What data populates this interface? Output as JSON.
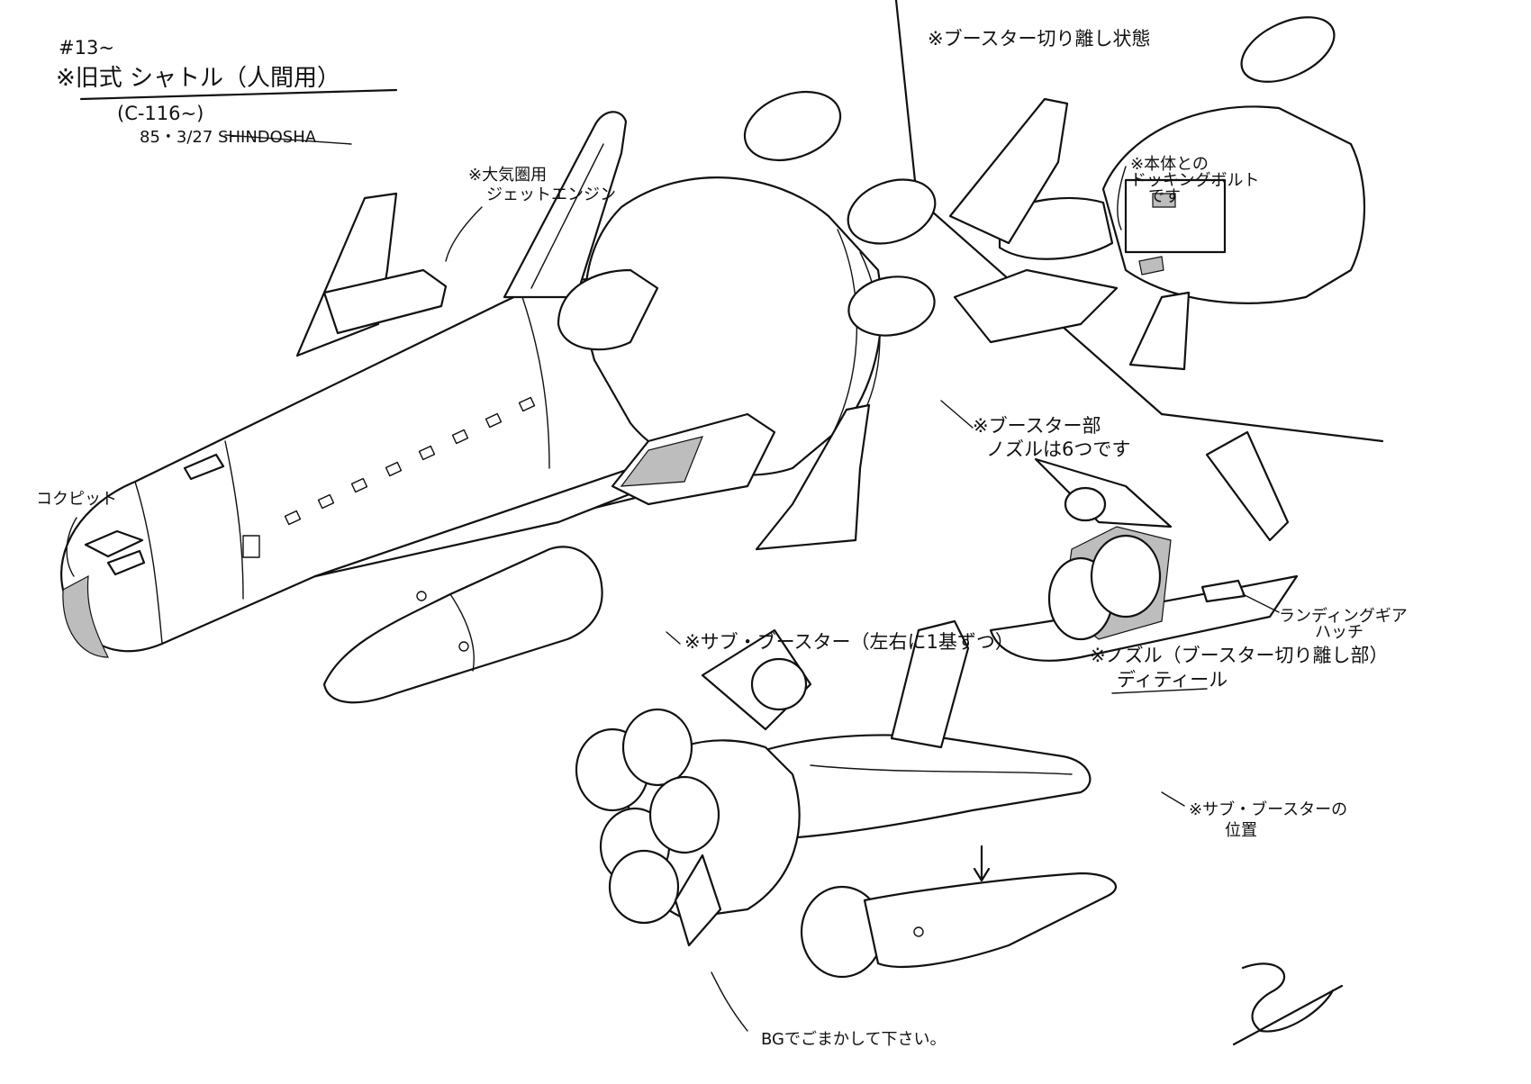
{
  "sheet": {
    "title_number": "#13~",
    "title": "※旧式 シャトル（人間用）",
    "model": "(C-116~)",
    "date_signature": "85・3/27 SHINDOSHA"
  },
  "annotations": {
    "separated_state": "※ブースター切り離し状態",
    "docking_bolt": [
      "※本体との",
      "ドッキングボルト",
      "です"
    ],
    "atmospheric_engine": [
      "※大気圏用",
      "ジェットエンジン"
    ],
    "booster_nozzles": [
      "※ブースター部",
      "ノズルは6つです"
    ],
    "cockpit": "コクピット",
    "sub_booster": "※サブ・ブースター（左右に1基ずつ）",
    "landing_gear_hatch": [
      "ランディングギア",
      "ハッチ"
    ],
    "nozzle_detail": [
      "※ノズル（ブースター切り離し部）",
      "ディティール"
    ],
    "sub_booster_position": [
      "※サブ・ブースターの",
      "位置"
    ],
    "bg_note": "BGでごまかして下さい。"
  },
  "signature": {
    "label": "artist-signature"
  },
  "colors": {
    "ink": "#111111",
    "paper": "#ffffff",
    "screentone": "#bdbdbd"
  }
}
